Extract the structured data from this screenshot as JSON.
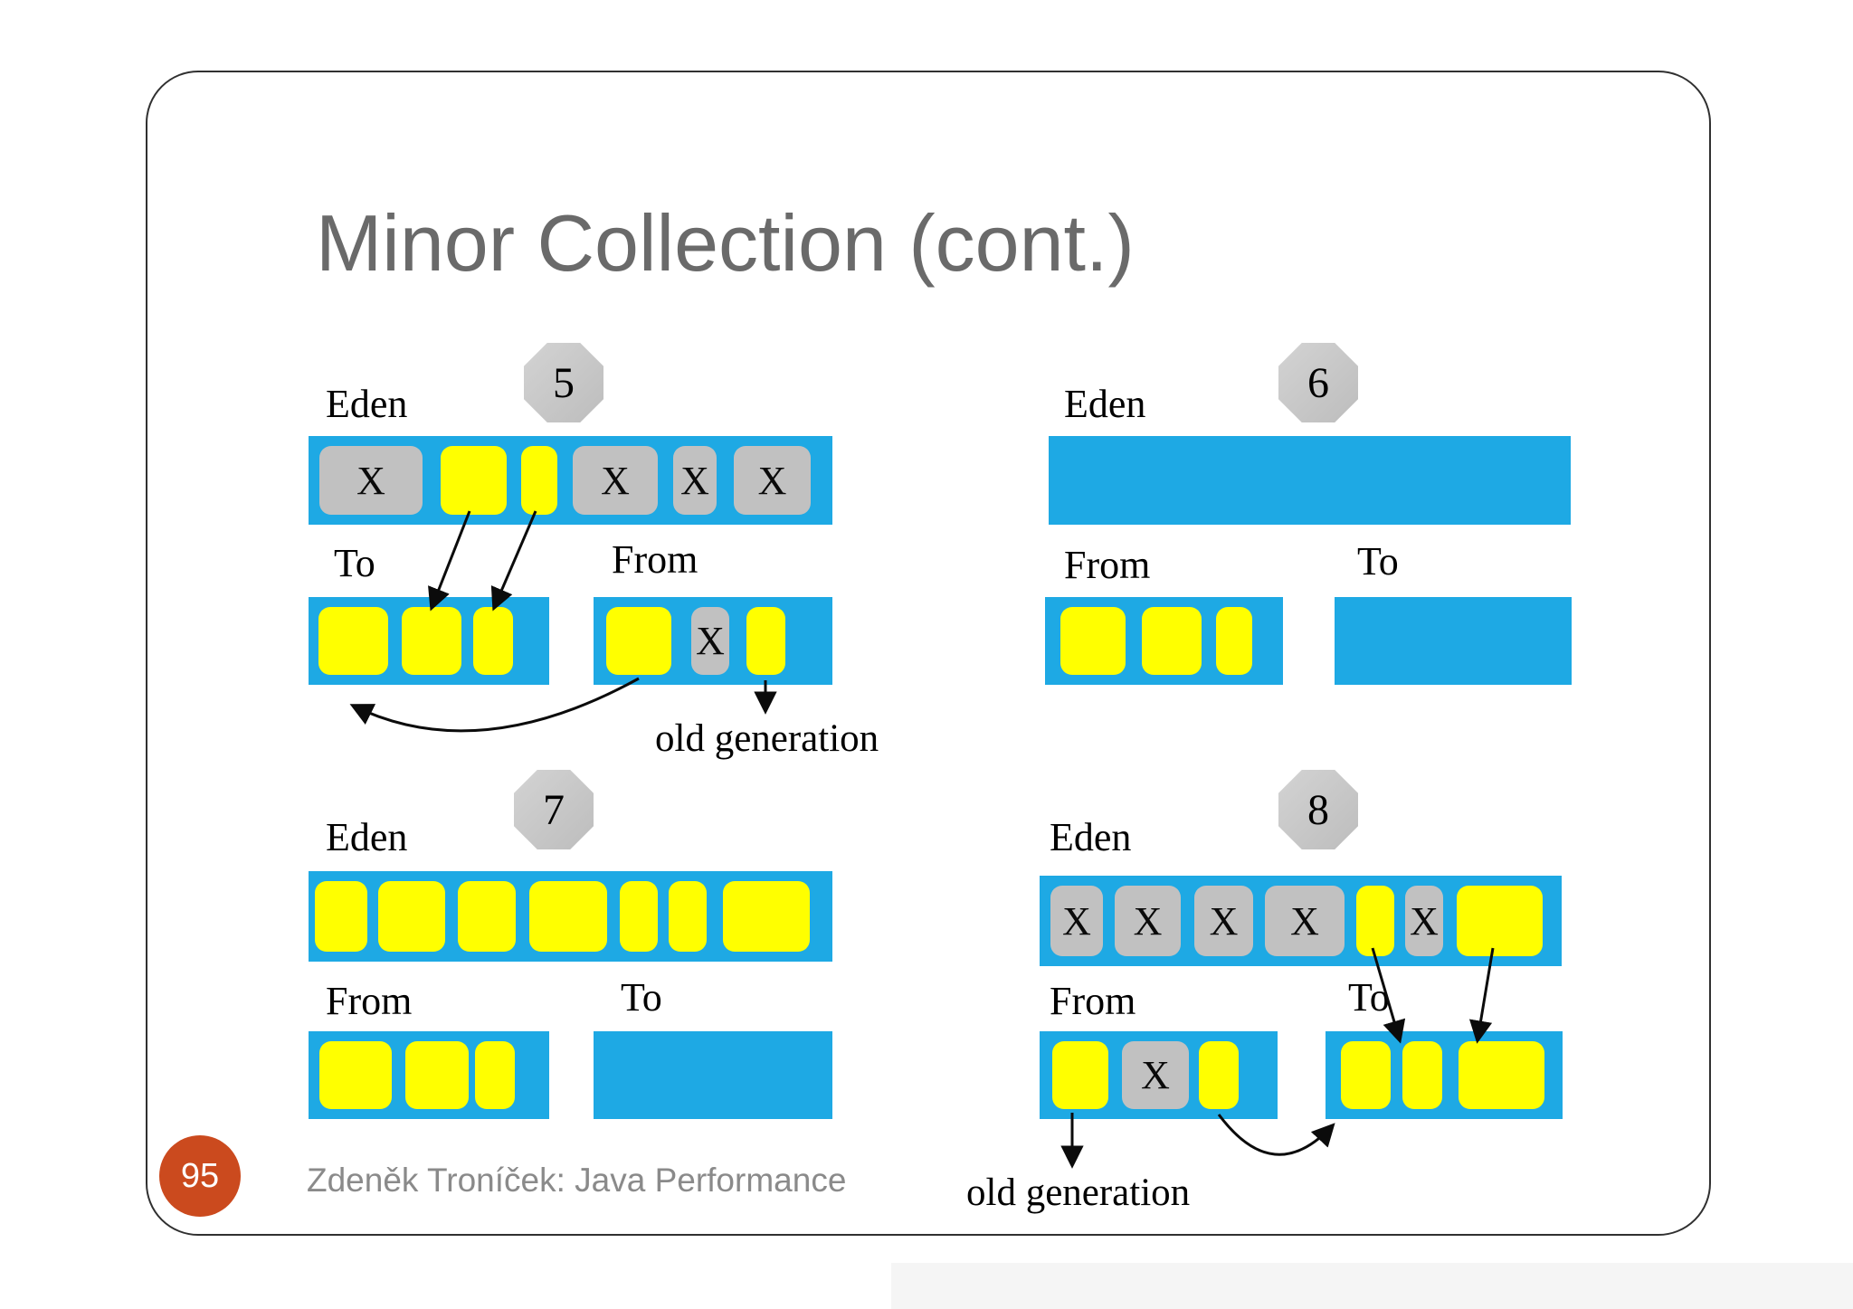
{
  "slide": {
    "title": "Minor Collection (cont.)",
    "page_number": "95",
    "footer": "Zdeněk Troníček: Java Performance",
    "colors": {
      "bar_cyan": "#1ea9e4",
      "live_yellow": "#ffff00",
      "dead_gray": "#c1c1c1",
      "badge_gray": "#c8c8c8",
      "page_circle_orange": "#cb4a1e",
      "title_gray": "#6a6a6a",
      "footer_gray": "#8a8a8a"
    }
  },
  "panels": [
    {
      "badge": "5",
      "old_generation_label": "old generation",
      "regions": [
        {
          "name": "eden",
          "label": "Eden",
          "blocks": [
            {
              "kind": "dead",
              "label": "X"
            },
            {
              "kind": "live",
              "label": ""
            },
            {
              "kind": "live",
              "label": ""
            },
            {
              "kind": "dead",
              "label": "X"
            },
            {
              "kind": "dead",
              "label": "X"
            },
            {
              "kind": "dead",
              "label": "X"
            }
          ]
        },
        {
          "name": "to",
          "label": "To",
          "blocks": [
            {
              "kind": "live",
              "label": ""
            },
            {
              "kind": "live",
              "label": ""
            },
            {
              "kind": "live",
              "label": ""
            }
          ]
        },
        {
          "name": "from",
          "label": "From",
          "blocks": [
            {
              "kind": "live",
              "label": ""
            },
            {
              "kind": "dead",
              "label": "X"
            },
            {
              "kind": "live",
              "label": ""
            }
          ]
        }
      ]
    },
    {
      "badge": "6",
      "regions": [
        {
          "name": "eden",
          "label": "Eden",
          "blocks": []
        },
        {
          "name": "from",
          "label": "From",
          "blocks": [
            {
              "kind": "live",
              "label": ""
            },
            {
              "kind": "live",
              "label": ""
            },
            {
              "kind": "live",
              "label": ""
            }
          ]
        },
        {
          "name": "to",
          "label": "To",
          "blocks": []
        }
      ]
    },
    {
      "badge": "7",
      "regions": [
        {
          "name": "eden",
          "label": "Eden",
          "blocks": [
            {
              "kind": "live",
              "label": ""
            },
            {
              "kind": "live",
              "label": ""
            },
            {
              "kind": "live",
              "label": ""
            },
            {
              "kind": "live",
              "label": ""
            },
            {
              "kind": "live",
              "label": ""
            },
            {
              "kind": "live",
              "label": ""
            },
            {
              "kind": "live",
              "label": ""
            }
          ]
        },
        {
          "name": "from",
          "label": "From",
          "blocks": [
            {
              "kind": "live",
              "label": ""
            },
            {
              "kind": "live",
              "label": ""
            },
            {
              "kind": "live",
              "label": ""
            }
          ]
        },
        {
          "name": "to",
          "label": "To",
          "blocks": []
        }
      ]
    },
    {
      "badge": "8",
      "old_generation_label": "old generation",
      "regions": [
        {
          "name": "eden",
          "label": "Eden",
          "blocks": [
            {
              "kind": "dead",
              "label": "X"
            },
            {
              "kind": "dead",
              "label": "X"
            },
            {
              "kind": "dead",
              "label": "X"
            },
            {
              "kind": "dead",
              "label": "X"
            },
            {
              "kind": "live",
              "label": ""
            },
            {
              "kind": "dead",
              "label": "X"
            },
            {
              "kind": "live",
              "label": ""
            }
          ]
        },
        {
          "name": "from",
          "label": "From",
          "blocks": [
            {
              "kind": "live",
              "label": ""
            },
            {
              "kind": "dead",
              "label": "X"
            },
            {
              "kind": "live",
              "label": ""
            }
          ]
        },
        {
          "name": "to",
          "label": "To",
          "blocks": [
            {
              "kind": "live",
              "label": ""
            },
            {
              "kind": "live",
              "label": ""
            },
            {
              "kind": "live",
              "label": ""
            }
          ]
        }
      ]
    }
  ]
}
